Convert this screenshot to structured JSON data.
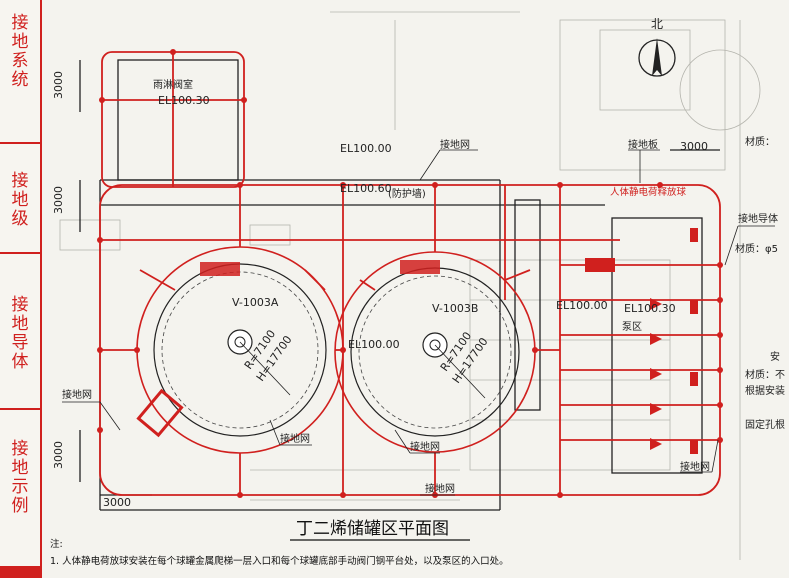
{
  "sidebar": {
    "tabs": [
      {
        "chars": [
          "接",
          "地",
          "系",
          "统"
        ]
      },
      {
        "chars": [
          "接",
          "地",
          "级"
        ]
      },
      {
        "chars": [
          "接",
          "地",
          "导",
          "体"
        ]
      },
      {
        "chars": [
          "接",
          "地",
          "示",
          "例"
        ]
      }
    ]
  },
  "compass": {
    "label": "北"
  },
  "dimensions": {
    "left_top": "3000",
    "left_mid": "3000",
    "left_bottom": "3000",
    "bottom_left": "3000",
    "top_right": "3000"
  },
  "rooms": {
    "valve_room": "雨淋阀室",
    "valve_room_el": "EL100.30",
    "pump_area": "泵区"
  },
  "elevations": {
    "el1": "EL100.00",
    "el2": "EL100.60",
    "firewall": "(防护墙)",
    "el_tank_a": "EL100.00",
    "el_right": "EL100.00",
    "el_pump": "EL100.30"
  },
  "tanks": {
    "a": {
      "name": "V-1003A",
      "r": "R=7100",
      "h": "H=17700"
    },
    "b": {
      "name": "V-1003B",
      "r": "R=7100",
      "h": "H=17700"
    }
  },
  "labels": {
    "ground_net": "接地网",
    "ground_plate": "接地板",
    "static_ball": "人体静电荷释放球",
    "ground_conductor": "接地导体",
    "material1": "材质：",
    "material2": "材质：φ5",
    "material3": "材质：不",
    "install_note": "根据安装",
    "fixing_note": "固定孔根",
    "side_head": "安"
  },
  "title": "丁二烯储罐区平面图",
  "notes": {
    "head": "注:",
    "line1": "1. 人体静电荷放球安装在每个球罐金属爬梯一层入口和每个球罐底部手动阀门钢平台处，以及泵区的入口处。"
  }
}
